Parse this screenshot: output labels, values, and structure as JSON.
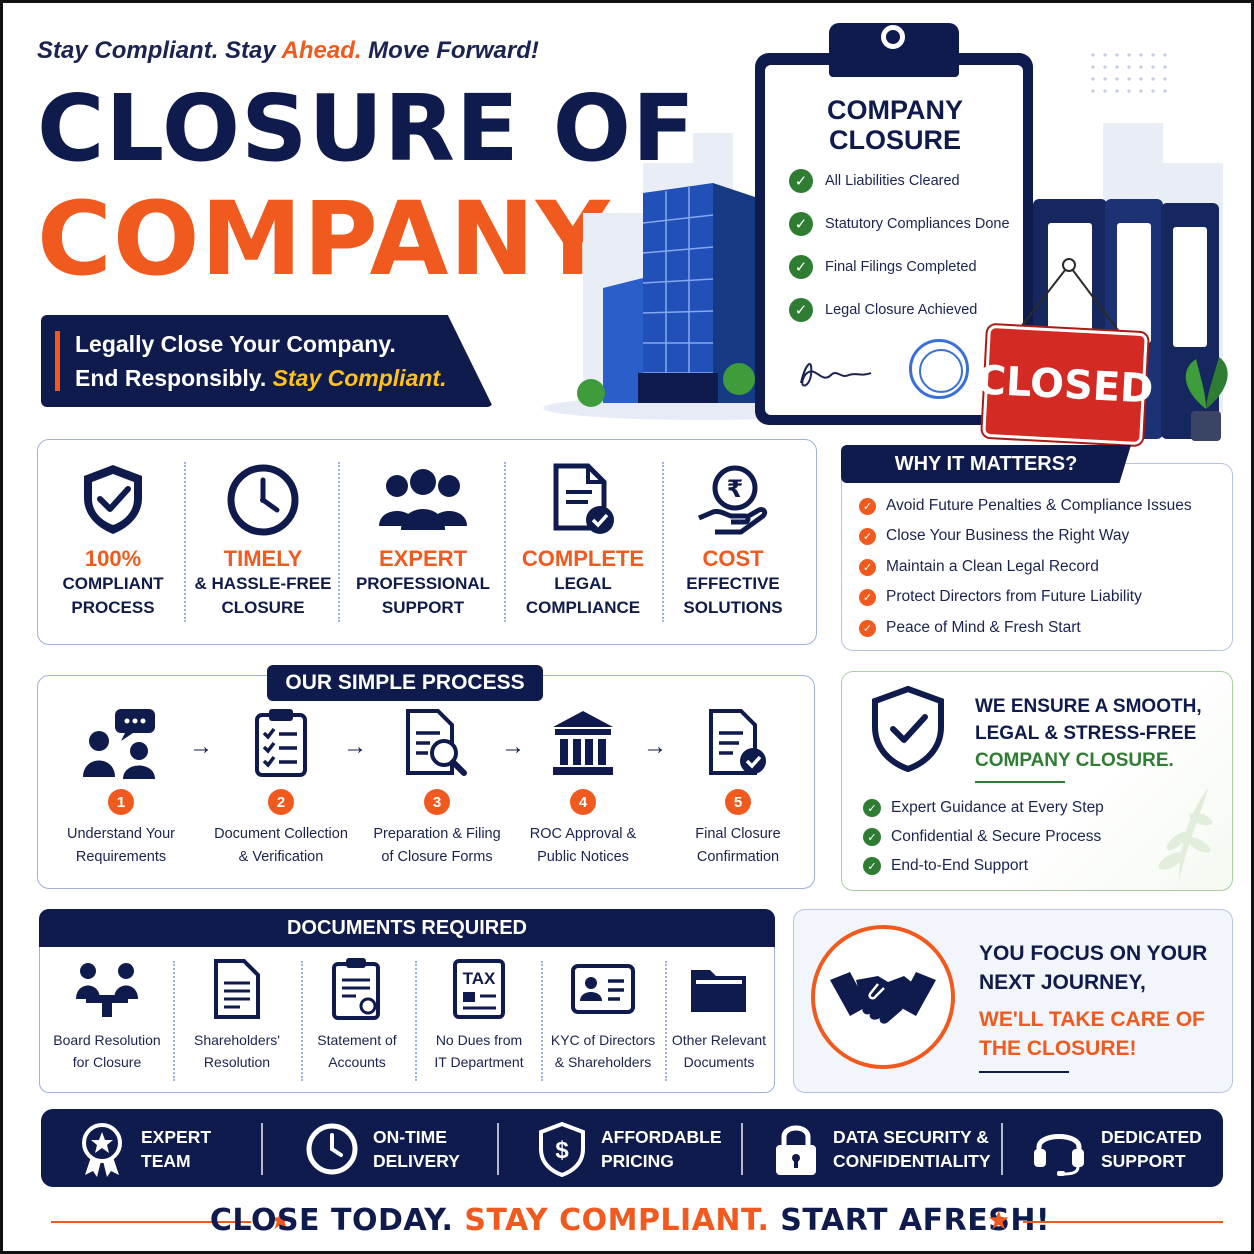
{
  "header": {
    "tagline_a": "Stay Compliant. Stay ",
    "tagline_b": "Ahead.",
    "tagline_c": " Move Forward!",
    "title_line1": "CLOSURE OF",
    "title_line2": "COMPANY",
    "sub_line1": "Legally Close Your Company.",
    "sub_line2a": "End Responsibly. ",
    "sub_line2b": "Stay Compliant."
  },
  "clipboard": {
    "title": "COMPANY CLOSURE",
    "items": [
      "All Liabilities Cleared",
      "Statutory Compliances Done",
      "Final Filings Completed",
      "Legal Closure Achieved"
    ],
    "sign_text": "CLOSED"
  },
  "features": [
    {
      "line1": "100%",
      "line2": "COMPLIANT",
      "line3": "PROCESS",
      "icon": "shield-check-icon"
    },
    {
      "line1": "TIMELY",
      "line2": "& HASSLE-FREE",
      "line3": "CLOSURE",
      "icon": "clock-icon"
    },
    {
      "line1": "EXPERT",
      "line2": "PROFESSIONAL",
      "line3": "SUPPORT",
      "icon": "team-icon"
    },
    {
      "line1": "COMPLETE",
      "line2": "LEGAL",
      "line3": "COMPLIANCE",
      "icon": "document-check-icon"
    },
    {
      "line1": "COST",
      "line2": "EFFECTIVE",
      "line3": "SOLUTIONS",
      "icon": "rupee-hand-icon"
    }
  ],
  "why": {
    "title": "WHY IT MATTERS?",
    "items": [
      "Avoid Future Penalties & Compliance Issues",
      "Close Your Business the Right Way",
      "Maintain a Clean Legal Record",
      "Protect Directors from Future Liability",
      "Peace of Mind & Fresh Start"
    ]
  },
  "process": {
    "title": "OUR SIMPLE PROCESS",
    "steps": [
      {
        "num": "1",
        "line1": "Understand Your",
        "line2": "Requirements",
        "icon": "consultation-icon"
      },
      {
        "num": "2",
        "line1": "Document Collection",
        "line2": "& Verification",
        "icon": "checklist-icon"
      },
      {
        "num": "3",
        "line1": "Preparation & Filing",
        "line2": "of Closure Forms",
        "icon": "document-search-icon"
      },
      {
        "num": "4",
        "line1": "ROC Approval &",
        "line2": "Public Notices",
        "icon": "government-building-icon"
      },
      {
        "num": "5",
        "line1": "Final Closure",
        "line2": "Confirmation",
        "icon": "document-approved-icon"
      }
    ],
    "arrow": "→"
  },
  "ensure": {
    "line1": "WE ENSURE A SMOOTH,",
    "line2": "LEGAL & STRESS-FREE",
    "line3": "COMPANY CLOSURE.",
    "items": [
      "Expert Guidance at Every Step",
      "Confidential & Secure Process",
      "End-to-End Support"
    ]
  },
  "documents": {
    "title": "DOCUMENTS REQUIRED",
    "items": [
      {
        "line1": "Board Resolution",
        "line2": "for Closure",
        "icon": "meeting-icon"
      },
      {
        "line1": "Shareholders'",
        "line2": "Resolution",
        "icon": "document-icon"
      },
      {
        "line1": "Statement of",
        "line2": "Accounts",
        "icon": "certificate-icon"
      },
      {
        "line1": "No Dues from",
        "line2": "IT Department",
        "icon": "tax-icon",
        "icon_text": "TAX"
      },
      {
        "line1": "KYC of Directors",
        "line2": "& Shareholders",
        "icon": "id-card-icon"
      },
      {
        "line1": "Other Relevant",
        "line2": "Documents",
        "icon": "folder-icon"
      }
    ]
  },
  "focus": {
    "line1": "YOU FOCUS ON YOUR",
    "line2": "NEXT JOURNEY,",
    "line3": "WE'LL TAKE CARE OF",
    "line4": "THE CLOSURE!"
  },
  "bottom_bar": [
    {
      "line1": "EXPERT",
      "line2": "TEAM",
      "icon": "award-icon"
    },
    {
      "line1": "ON-TIME",
      "line2": "DELIVERY",
      "icon": "clock-icon"
    },
    {
      "line1": "AFFORDABLE",
      "line2": "PRICING",
      "icon": "dollar-shield-icon"
    },
    {
      "line1": "DATA SECURITY &",
      "line2": "CONFIDENTIALITY",
      "icon": "lock-icon"
    },
    {
      "line1": "DEDICATED",
      "line2": "SUPPORT",
      "icon": "headset-icon"
    }
  ],
  "footer": {
    "part1": "CLOSE TODAY. ",
    "part2": "STAY COMPLIANT.",
    "part3": " START AFRESH!",
    "star": "★"
  },
  "colors": {
    "navy": "#0f1b4c",
    "orange": "#f15a1f",
    "green": "#2f7d32",
    "red": "#d32a23",
    "yellow": "#ffc21a"
  }
}
